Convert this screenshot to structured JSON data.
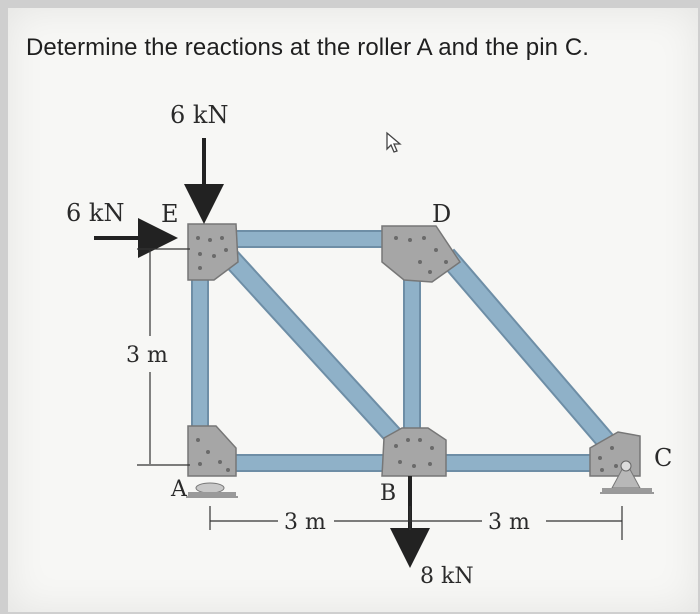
{
  "question": "Determine the reactions at the roller A and the pin C.",
  "labels": {
    "load_top": "6 kN",
    "load_left": "6 kN",
    "load_bottom": "8 kN",
    "node_A": "A",
    "node_B": "B",
    "node_C": "C",
    "node_D": "D",
    "node_E": "E",
    "dim_height": "3 m",
    "dim_left_span": "3 m",
    "dim_right_span": "3 m"
  },
  "colors": {
    "member": "#8fb1c8",
    "member_edge": "#6e8ea6",
    "gusset": "#a6a6a6",
    "arrow": "#222222"
  }
}
